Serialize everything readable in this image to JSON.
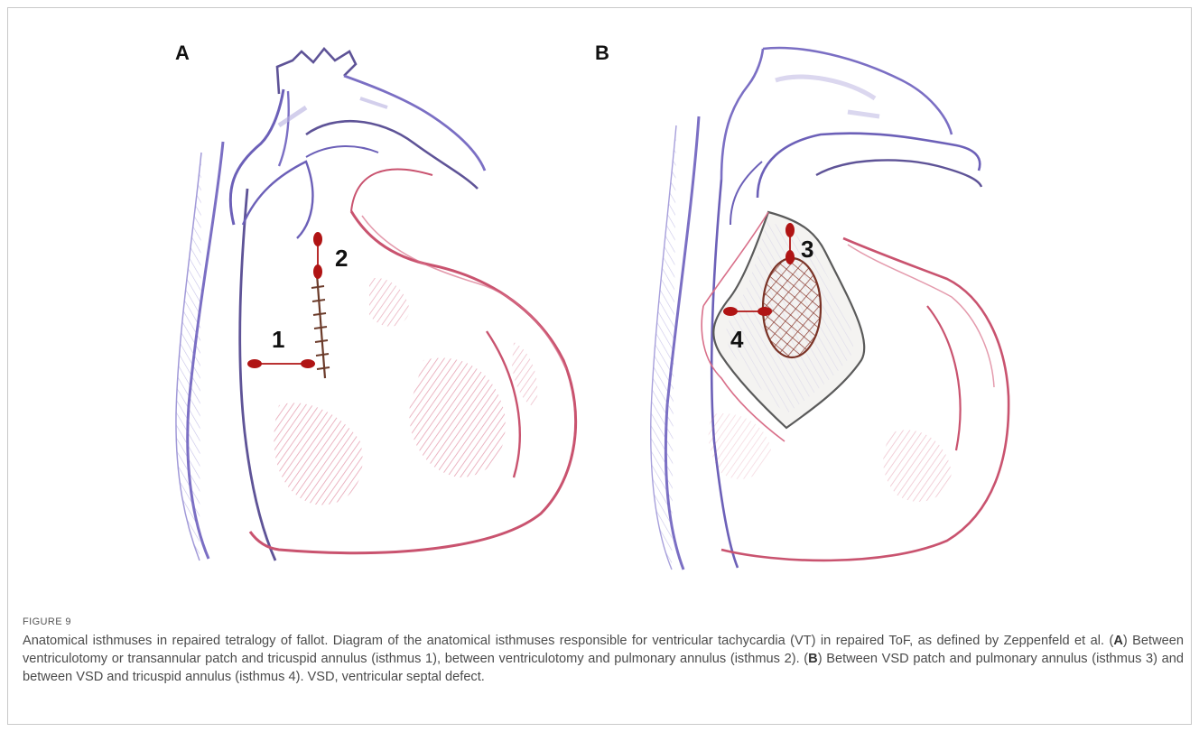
{
  "figure": {
    "panels": [
      {
        "label": "A",
        "isthmus_labels": [
          "1",
          "2"
        ]
      },
      {
        "label": "B",
        "isthmus_labels": [
          "3",
          "4"
        ]
      }
    ],
    "colors": {
      "outline": "#7b6fc4",
      "myocardium": "#d9708a",
      "marker": "#b01414",
      "suture": "#6b3b2a"
    }
  },
  "caption": {
    "figure_label": "FIGURE 9",
    "title": "Anatomical isthmuses in repaired tetralogy of fallot.",
    "text_1": " Diagram of the anatomical isthmuses responsible for ventricular tachycardia (VT) in repaired ToF, as defined by Zeppenfeld et al. (",
    "ref_a": "A",
    "text_2": ") Between ventriculotomy or transannular patch and tricuspid annulus (isthmus 1), between ventriculotomy and pulmonary annulus (isthmus 2). (",
    "ref_b": "B",
    "text_3": ") Between VSD patch and pulmonary annulus (isthmus 3) and between VSD and tricuspid annulus (isthmus 4). VSD, ventricular septal defect."
  }
}
